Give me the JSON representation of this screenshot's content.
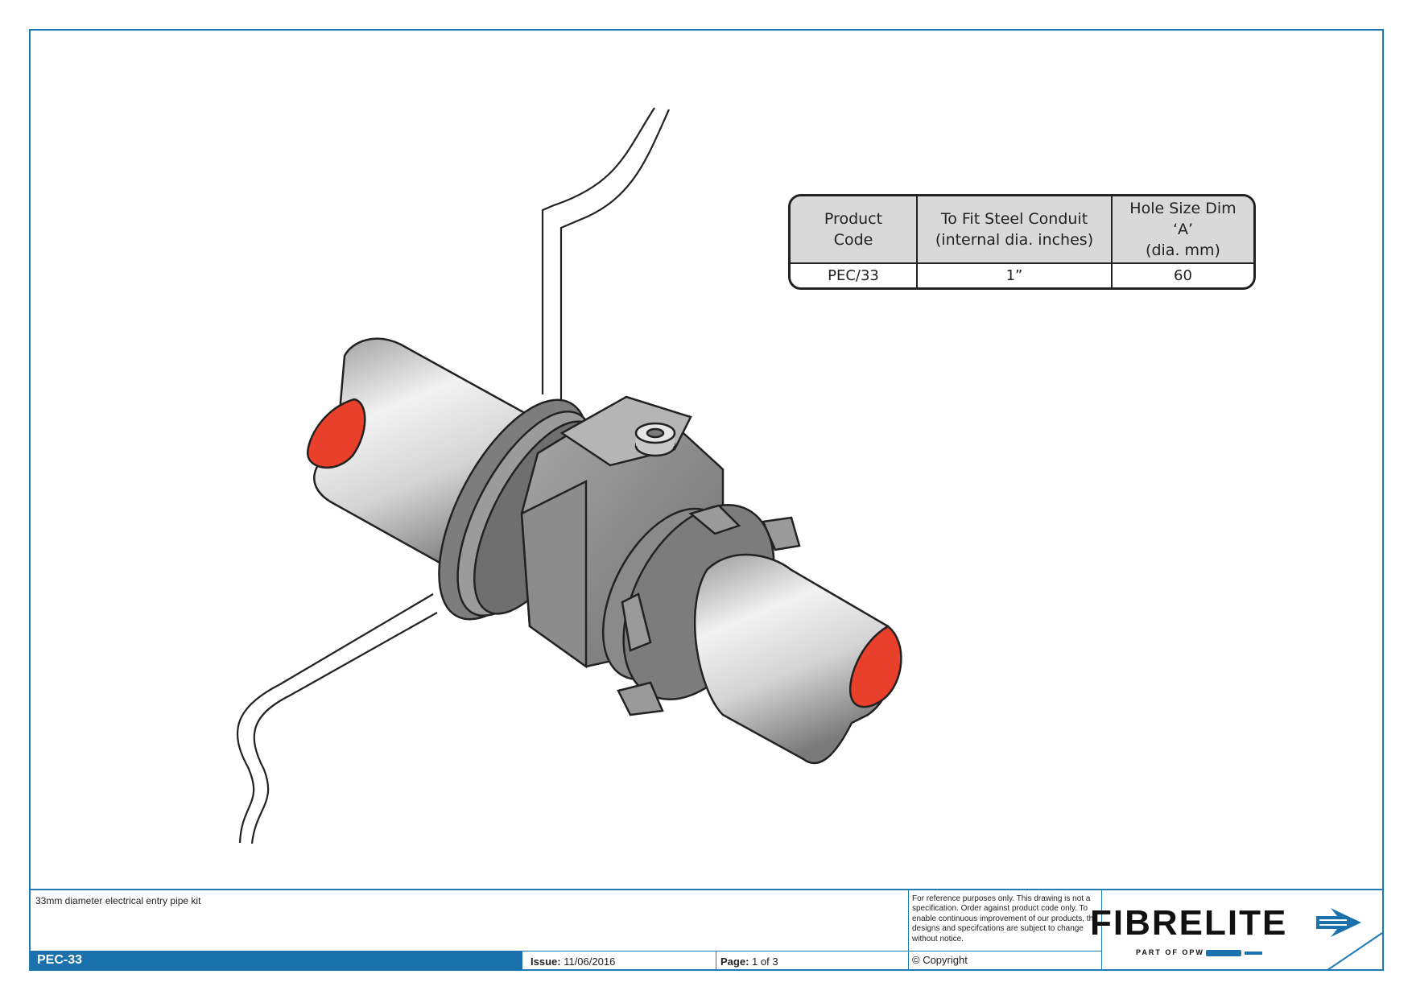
{
  "table": {
    "headers": [
      "Product Code",
      "To Fit Steel Conduit (internal dia. inches)",
      "Hole Size Dim 'A' (dia. mm)"
    ],
    "header_lines": [
      [
        "Product",
        "Code"
      ],
      [
        "To Fit Steel Conduit",
        "(internal dia. inches)"
      ],
      [
        "Hole Size Dim ‘A’",
        "(dia. mm)"
      ]
    ],
    "rows": [
      [
        "PEC/33",
        "1”",
        "60"
      ]
    ]
  },
  "title_block": {
    "description": "33mm diameter electrical entry pipe kit",
    "disclaimer": "For reference purposes only. This drawing is not a specification. Order against product code only.  To enable continuous improvement of our products, the designs and specifcations are subject to change without notice.",
    "product_code": "PEC-33",
    "issue_label": "Issue:",
    "issue_value": "11/06/2016",
    "page_label": "Page:",
    "page_value": "1 of 3",
    "copyright": "© Copyright"
  },
  "logo": {
    "name": "FIBRELITE",
    "tagline": "PART OF OPW",
    "brand_color": "#1a71ab"
  },
  "colors": {
    "frame": "#1f7ab3",
    "pipe_cut": "#e8402a",
    "fitting": "#8a8a8a"
  }
}
